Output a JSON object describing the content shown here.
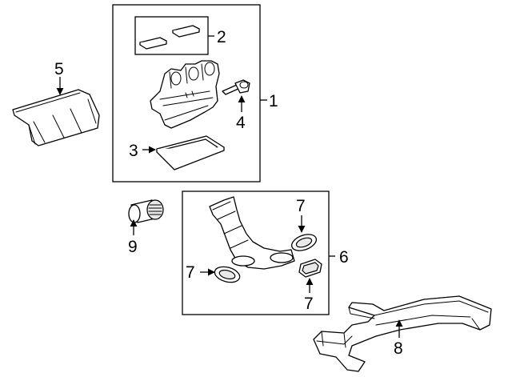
{
  "callouts": [
    {
      "id": "1",
      "label": "1"
    },
    {
      "id": "2",
      "label": "2"
    },
    {
      "id": "3",
      "label": "3"
    },
    {
      "id": "4",
      "label": "4"
    },
    {
      "id": "5",
      "label": "5"
    },
    {
      "id": "6",
      "label": "6"
    },
    {
      "id": "7a",
      "label": "7"
    },
    {
      "id": "7b",
      "label": "7"
    },
    {
      "id": "7c",
      "label": "7"
    },
    {
      "id": "8",
      "label": "8"
    },
    {
      "id": "9",
      "label": "9"
    }
  ]
}
